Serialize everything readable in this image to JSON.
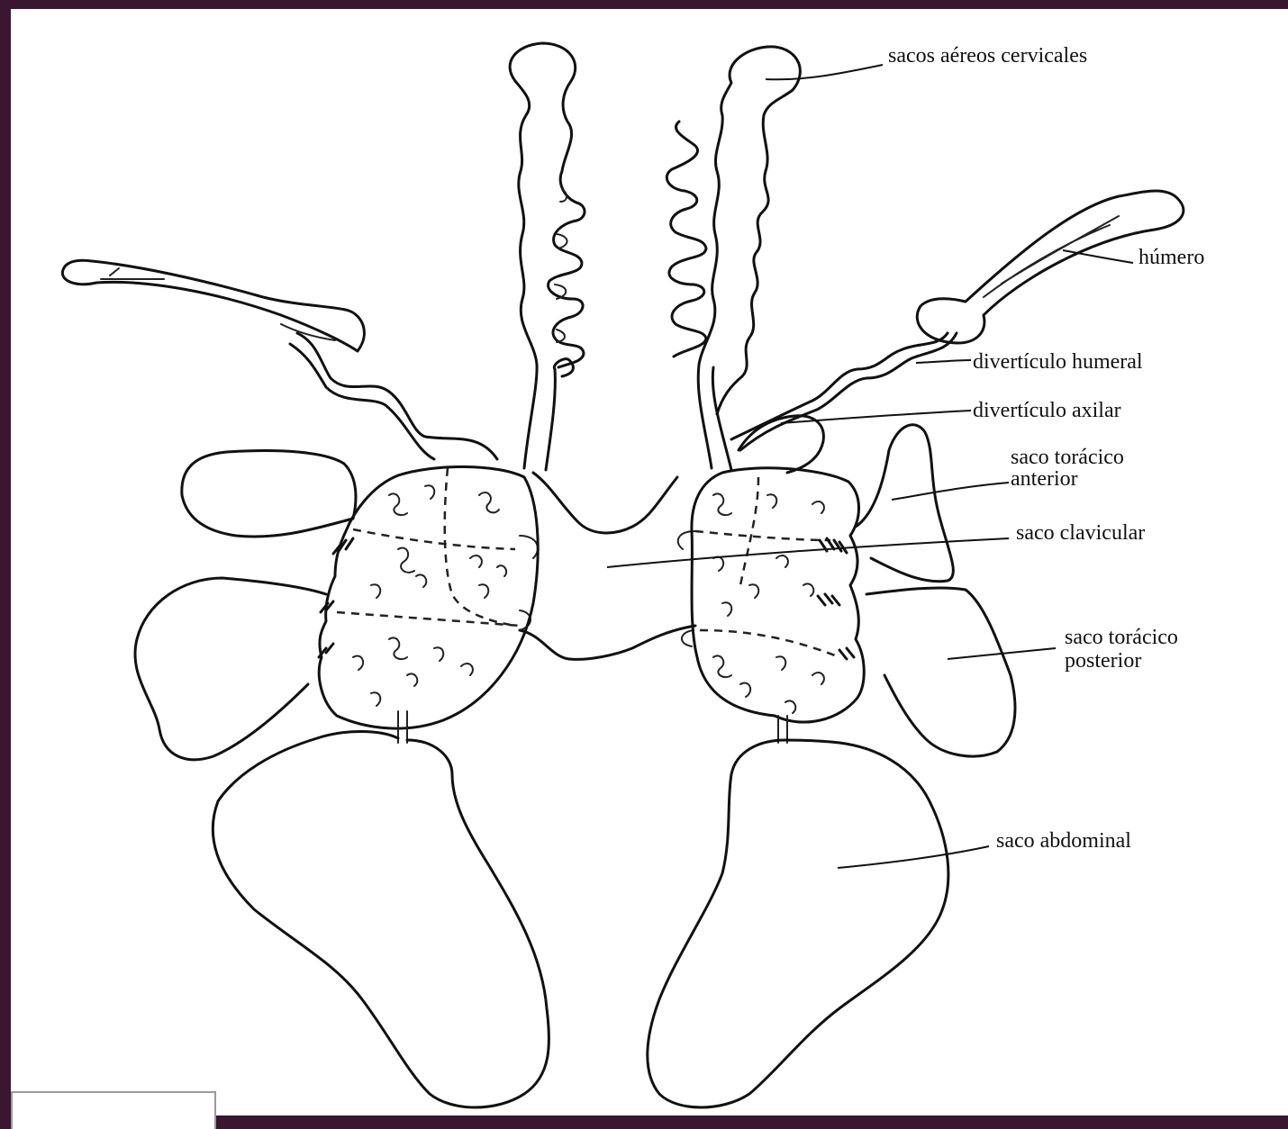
{
  "labels": {
    "sacos_aereos_cervicales": "sacos aéreos cervicales",
    "humero": "húmero",
    "diverticulo_humeral": "divertículo humeral",
    "diverticulo_axilar": "divertículo axilar",
    "saco_toracico_anterior_1": "saco torácico",
    "saco_toracico_anterior_2": "anterior",
    "saco_clavicular": "saco clavicular",
    "saco_toracico_posterior_1": "saco torácico",
    "saco_toracico_posterior_2": "posterior",
    "saco_abdominal": "saco abdominal"
  },
  "colors": {
    "background": "#3a1630",
    "paper": "#ffffff",
    "ink": "#111111"
  }
}
